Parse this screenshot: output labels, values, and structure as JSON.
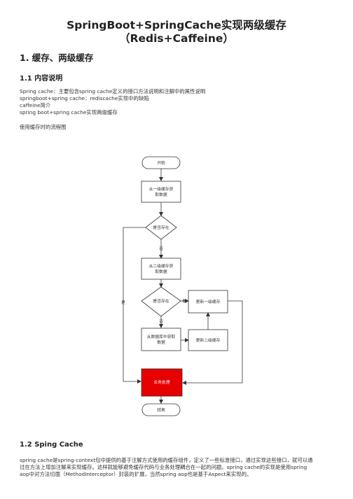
{
  "title": {
    "line1": "SpringBoot+SpringCache实现两级缓存",
    "line2": "（Redis+Caffeine）"
  },
  "section1": {
    "heading": "1. 缓存、两级缓存",
    "sub1": {
      "heading": "1.1 内容说明",
      "lines": [
        "Spring cache：主要包含spring cache定义的接口方法说明和注解中的属性说明",
        "springboot+spring cache：rediscache实现中的缺陷",
        "caffeine简介",
        "spring boot+spring cache实现两级缓存"
      ],
      "flow_caption": "使用缓存时的流程图"
    }
  },
  "flowchart": {
    "start": "开始",
    "get_l1": [
      "从一级缓存获",
      "取数据"
    ],
    "exists1": "是否存在",
    "no1": "否",
    "get_l2": [
      "从二级缓存获",
      "取数据"
    ],
    "exists2": "是否存在",
    "yes2": "是",
    "update_l1": "更新一级缓存",
    "no2": "否",
    "get_db": [
      "从数据库中获取",
      "数据"
    ],
    "update_l2": "更新二级缓存",
    "yes_side": "是",
    "business": "业务处理",
    "end": "结束",
    "colors": {
      "business_fill": "#e60000",
      "stroke": "#333333"
    }
  },
  "section2": {
    "heading": "1.2 Sping Cache",
    "lines": [
      "spring cache是spring-context包中提供的基于注解方式使用的缓存组件，定义了一些标准接口，通过实现这些接口，就可以通",
      "过在方法上增加注解来实现缓存。这样就能够避免缓存代码与业务处理耦合在一起的问题。spring cache的实现是使用spring",
      "aop中对方法切面（MethodInterceptor）封装的扩展，当然spring aop也是基于Aspect来实现的。"
    ]
  }
}
